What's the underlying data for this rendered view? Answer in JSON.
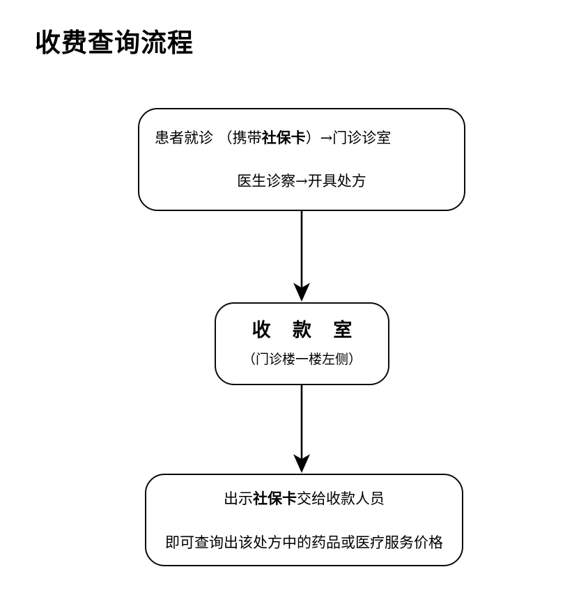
{
  "title": "收费查询流程",
  "flowchart": {
    "type": "flow",
    "orientation": "vertical",
    "nodes": [
      {
        "id": "node-patient-visit",
        "shape": "rounded-rectangle",
        "lines": [
          {
            "segments": [
              {
                "text": "患者就诊 （携带",
                "bold": false
              },
              {
                "text": "社保卡",
                "bold": true
              },
              {
                "text": "）→门诊诊室",
                "bold": false
              }
            ],
            "plain": "患者就诊 （携带社保卡）→门诊诊室"
          },
          {
            "segments": [
              {
                "text": "医生诊察→开具处方",
                "bold": false
              }
            ],
            "plain": "医生诊察→开具处方"
          }
        ]
      },
      {
        "id": "node-cashier-room",
        "shape": "rounded-rectangle",
        "heading": "收 款 室",
        "subtitle": "（门诊楼一楼左侧）"
      },
      {
        "id": "node-show-card",
        "shape": "rounded-rectangle",
        "lines": [
          {
            "segments": [
              {
                "text": "出示",
                "bold": false
              },
              {
                "text": "社保卡",
                "bold": true
              },
              {
                "text": "交给收款人员",
                "bold": false
              }
            ],
            "plain": "出示社保卡交给收款人员"
          },
          {
            "segments": [
              {
                "text": "即可查询出该处方中的药品或医疗服务价格",
                "bold": false
              }
            ],
            "plain": "即可查询出该处方中的药品或医疗服务价格"
          }
        ]
      }
    ],
    "connectors": [
      {
        "id": "arrow-1",
        "from": "node-patient-visit",
        "to": "node-cashier-room",
        "style": "solid-arrow-down"
      },
      {
        "id": "arrow-2",
        "from": "node-cashier-room",
        "to": "node-show-card",
        "style": "solid-arrow-down"
      }
    ],
    "colors": {
      "border": "#0a0a0a",
      "text": "#000000",
      "background": "#ffffff",
      "arrow": "#000000"
    }
  }
}
